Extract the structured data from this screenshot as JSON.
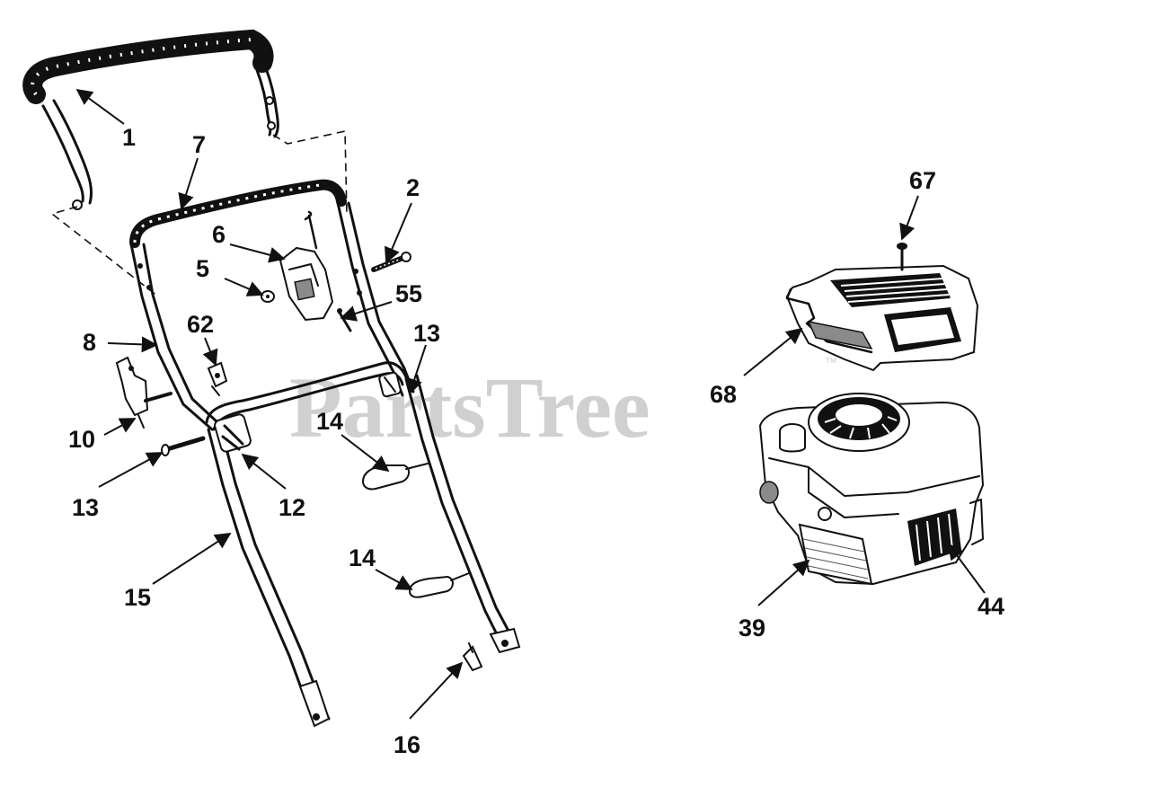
{
  "watermark": {
    "text": "PartsTree",
    "trademark": "™"
  },
  "callouts": {
    "c1": "1",
    "c2": "2",
    "c5": "5",
    "c6": "6",
    "c7": "7",
    "c8": "8",
    "c10": "10",
    "c12": "12",
    "c13a": "13",
    "c13b": "13",
    "c14a": "14",
    "c14b": "14",
    "c15": "15",
    "c16": "16",
    "c39": "39",
    "c44": "44",
    "c55": "55",
    "c62": "62",
    "c67": "67",
    "c68": "68"
  }
}
